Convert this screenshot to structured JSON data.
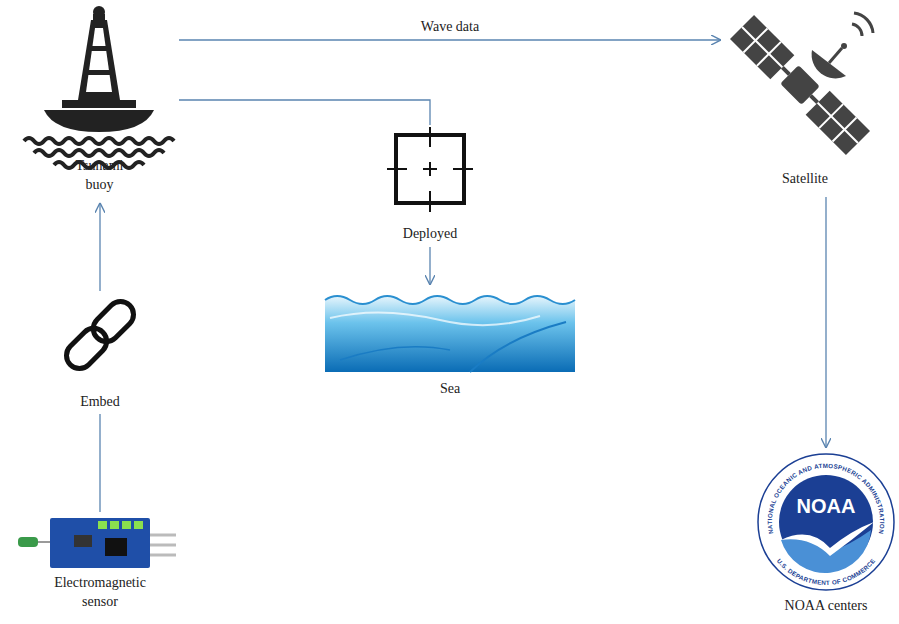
{
  "diagram": {
    "nodes": [
      {
        "text": [
          "Tsunami buoy"
        ]
      },
      {
        "text": [
          "Satellite"
        ]
      },
      {
        "text": [
          "Deployed"
        ]
      },
      {
        "text": [
          "Sea"
        ]
      },
      {
        "text": [
          "Embed"
        ]
      },
      {
        "text": [
          "Electromagnetic sensor"
        ]
      },
      {
        "text": [
          "NOAA centers"
        ]
      }
    ],
    "edges": [
      {
        "from": 0,
        "to": 1,
        "label": "Wave data",
        "arrow": "to"
      },
      {
        "from": 1,
        "to": 6,
        "arrow": "to"
      },
      {
        "from": 0,
        "to": 2,
        "arrow": "none"
      },
      {
        "from": 2,
        "to": 3,
        "arrow": "to"
      },
      {
        "from": 5,
        "to": 4,
        "arrow": "none"
      },
      {
        "from": 4,
        "to": 0,
        "arrow": "to"
      }
    ],
    "labels": [
      "NOAA",
      "NATIONAL OCEANIC AND ATMOSPHERIC ADMINISTRATION",
      "U.S. DEPARTMENT OF COMMERCE"
    ]
  }
}
